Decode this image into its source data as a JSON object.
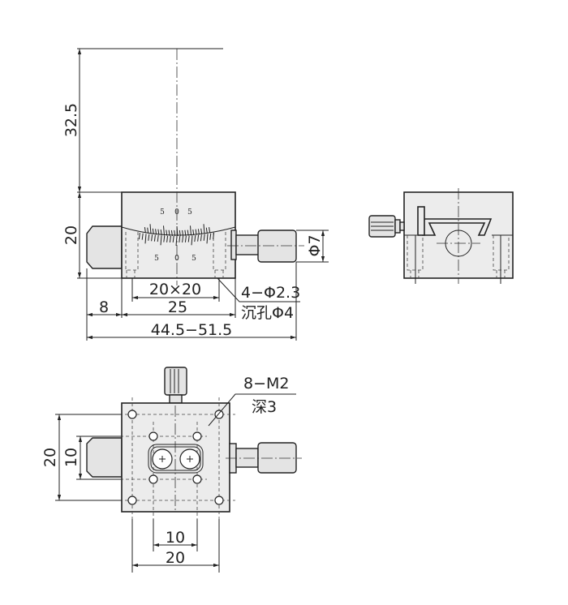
{
  "front_view": {
    "dim_height_top": "32.5",
    "dim_height": "20",
    "dim_hole_pitch": "20×20",
    "dim_width": "25",
    "dim_knob": "8",
    "dim_total": "44.5−51.5",
    "dim_micrometer": "Φ7",
    "hole_note": "4−Φ2.3",
    "counterbore_note": "沉孔Φ4",
    "scale_top": [
      "5",
      "0",
      "5"
    ],
    "scale_bottom": [
      "5",
      "0",
      "5"
    ]
  },
  "top_view": {
    "dim_outer_v": "20",
    "dim_inner_v": "10",
    "dim_inner_h": "10",
    "dim_outer_h": "20",
    "thread_note": "8−M2",
    "depth_note": "深3"
  }
}
